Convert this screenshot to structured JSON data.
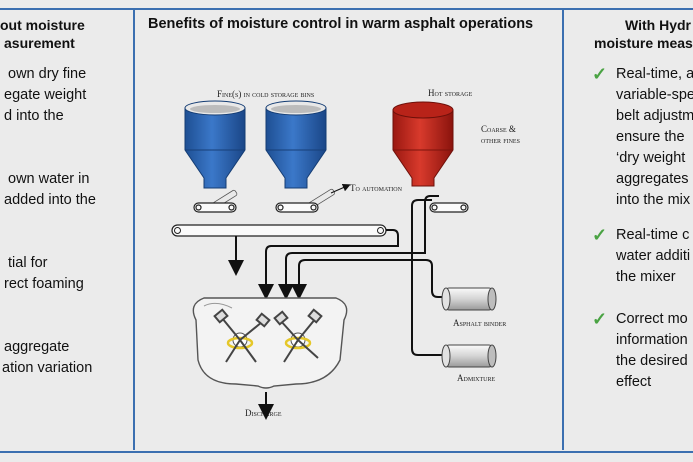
{
  "left_column": {
    "header": [
      "out moisture",
      "asurement"
    ],
    "items": [
      [
        "own dry fine",
        "egate weight",
        "d into the",
        ""
      ],
      [
        "own water in",
        "added into the",
        ""
      ],
      [
        "tial for",
        "rect foaming",
        ""
      ],
      [
        "aggregate",
        "ation variation"
      ]
    ]
  },
  "title": "Benefits of moisture control in warm asphalt operations",
  "right_column": {
    "header": [
      "With Hydr",
      "moisture meas"
    ],
    "items": [
      [
        "Real-time, a",
        "variable-spe",
        "belt adjustm",
        "ensure the",
        "‘dry weight",
        "aggregates",
        "into the mix"
      ],
      [
        "Real-time c",
        "water additi",
        "the mixer"
      ],
      [
        "Correct mo",
        "information",
        "the desired",
        "effect"
      ]
    ],
    "check_symbol": "✓"
  },
  "diagram": {
    "fines_label": "Fine(s) in cold storage bins",
    "hot_label": "Hot storage",
    "coarse_label": [
      "Coarse &",
      "other fines"
    ],
    "automation_label": "To automation",
    "binder_label": "Asphalt binder",
    "admixture_label": "Admixture",
    "discharge_label": "Discharge",
    "bin_color": "#2f66b3",
    "hot_color": "#c4251c"
  }
}
